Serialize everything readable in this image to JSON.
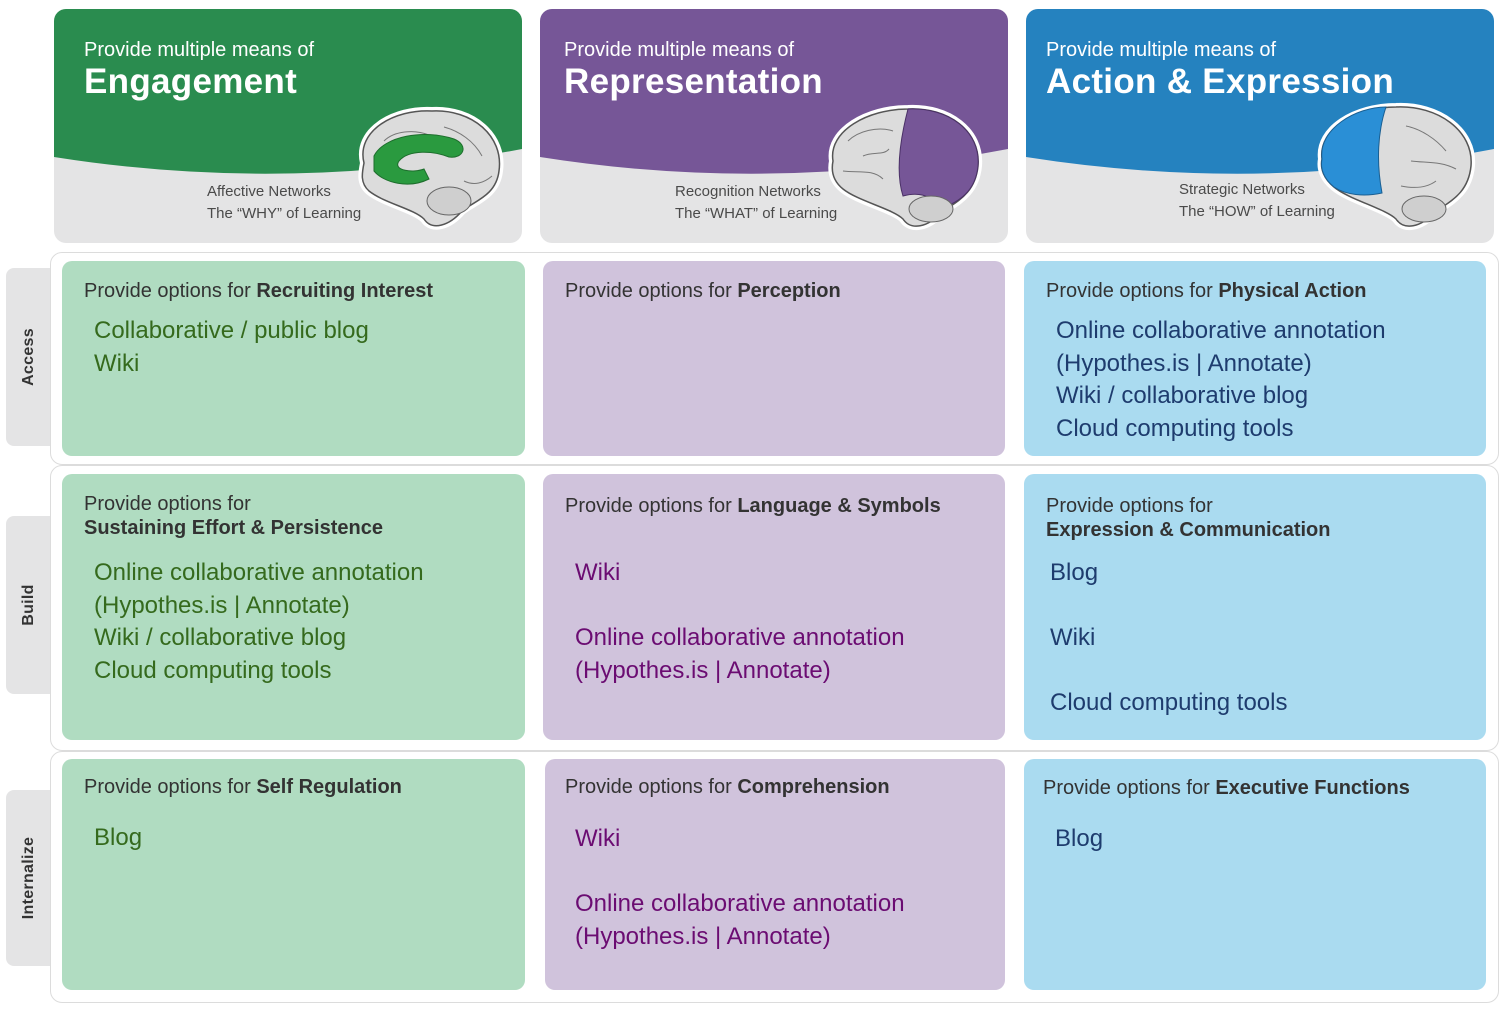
{
  "columns": [
    {
      "sub": "Provide multiple means of",
      "title": "Engagement",
      "network": "Affective Networks",
      "why": "The “WHY” of Learning",
      "color": "#2a8c4f"
    },
    {
      "sub": "Provide multiple means of",
      "title": "Representation",
      "network": "Recognition Networks",
      "why": "The “WHAT” of Learning",
      "color": "#765697"
    },
    {
      "sub": "Provide multiple means of",
      "title": "Action & Expression",
      "network": "Strategic Networks",
      "why": "The “HOW” of Learning",
      "color": "#2582bf"
    }
  ],
  "rows": [
    {
      "label": "Access"
    },
    {
      "label": "Build"
    },
    {
      "label": "Internalize"
    }
  ],
  "cells": {
    "access_eng": {
      "prefix": "Provide options for ",
      "bold": "Recruiting Interest",
      "items": [
        "Collaborative / public blog",
        "Wiki"
      ]
    },
    "access_rep": {
      "prefix": "Provide options for ",
      "bold": "Perception",
      "items": []
    },
    "access_act": {
      "prefix": "Provide options for ",
      "bold": "Physical Action",
      "items": [
        "Online collaborative annotation",
        "(Hypothes.is | Annotate)",
        "Wiki / collaborative blog",
        "Cloud computing tools"
      ]
    },
    "build_eng": {
      "prefix": "Provide options for",
      "bold": "Sustaining Effort & Persistence",
      "items": [
        "Online collaborative annotation",
        "(Hypothes.is | Annotate)",
        "Wiki / collaborative blog",
        "Cloud computing tools"
      ]
    },
    "build_rep": {
      "prefix": "Provide options for ",
      "bold": "Language & Symbols",
      "items": [
        "Wiki",
        "Online collaborative annotation",
        "(Hypothes.is | Annotate)"
      ]
    },
    "build_act": {
      "prefix": "Provide options for",
      "bold": "Expression & Communication",
      "items": [
        "Blog",
        "Wiki",
        "Cloud computing tools"
      ]
    },
    "int_eng": {
      "prefix": "Provide options for ",
      "bold": "Self Regulation",
      "items": [
        "Blog"
      ]
    },
    "int_rep": {
      "prefix": "Provide options for ",
      "bold": "Comprehension",
      "items": [
        "Wiki",
        "Online collaborative annotation",
        "(Hypothes.is | Annotate)"
      ]
    },
    "int_act": {
      "prefix": "Provide options for ",
      "bold": "Executive Functions",
      "items": [
        "Blog"
      ]
    }
  }
}
